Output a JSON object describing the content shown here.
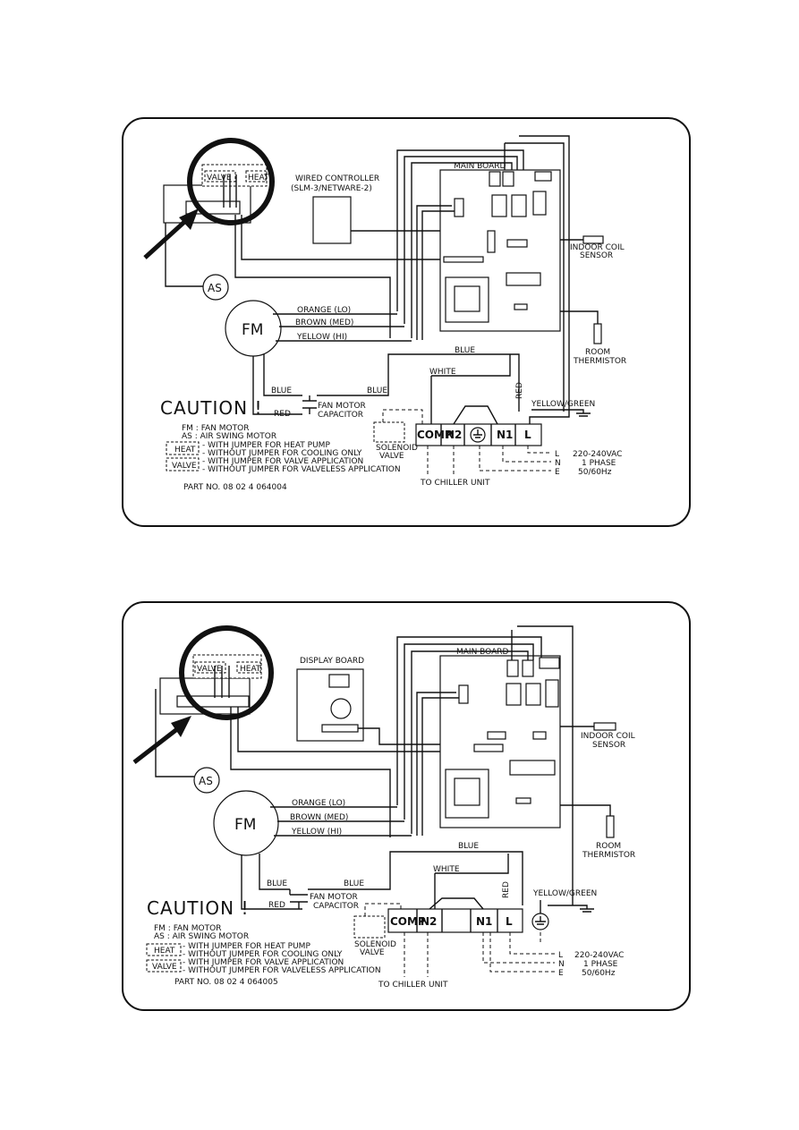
{
  "diagrams": [
    {
      "controller_label": "WIRED CONTROLLER",
      "controller_model": "(SLM-3/NETWARE-2)",
      "main_board": "MAIN BOARD",
      "indoor_coil": "INDOOR COIL",
      "sensor": "SENSOR",
      "room": "ROOM",
      "thermistor": "THERMISTOR",
      "as": "AS",
      "fm": "FM",
      "orange": "ORANGE (LO)",
      "brown": "BROWN (MED)",
      "yellow": "YELLOW (HI)",
      "blue1": "BLUE",
      "blue2": "BLUE",
      "blue3": "BLUE",
      "white": "WHITE",
      "red1": "RED",
      "red2": "RED",
      "yellow_green": "YELLOW/GREEN",
      "cap1": "FAN MOTOR",
      "cap2": "CAPACITOR",
      "caution": "CAUTION !",
      "legend_fm": "FM :  FAN MOTOR",
      "legend_as": "AS :  AIR SWING MOTOR",
      "heat": "HEAT",
      "valve": "VALVE",
      "heat_with": "- WITH JUMPER FOR HEAT PUMP",
      "heat_without": "- WITHOUT JUMPER FOR COOLING ONLY",
      "valve_with": "- WITH JUMPER FOR VALVE APPLICATION",
      "valve_without": "- WITHOUT JUMPER FOR VALVELESS APPLICATION",
      "part_no": "PART NO. 08 02 4 064004",
      "solenoid1": "SOLENOID",
      "solenoid2": "VALVE",
      "comp": "COMP",
      "n2": "N2",
      "n1": "N1",
      "l": "L",
      "to_chiller": "TO CHILLER UNIT",
      "sup_l": "L",
      "sup_n": "N",
      "sup_e": "E",
      "voltage": "220-240VAC",
      "phase": "1 PHASE",
      "freq": "50/60Hz"
    },
    {
      "display_board": "DISPLAY BOARD",
      "main_board": "MAIN BOARD",
      "indoor_coil": "INDOOR COIL",
      "sensor": "SENSOR",
      "room": "ROOM",
      "thermistor": "THERMISTOR",
      "as": "AS",
      "fm": "FM",
      "orange": "ORANGE (LO)",
      "brown": "BROWN (MED)",
      "yellow": "YELLOW (HI)",
      "blue1": "BLUE",
      "blue2": "BLUE",
      "blue3": "BLUE",
      "white": "WHITE",
      "red1": "RED",
      "red2": "RED",
      "yellow_green": "YELLOW/GREEN",
      "cap1": "FAN MOTOR",
      "cap2": "CAPACITOR",
      "caution": "CAUTION !",
      "legend_fm": "FM :  FAN MOTOR",
      "legend_as": "AS :  AIR SWING MOTOR",
      "heat": "HEAT",
      "valve": "VALVE",
      "heat_with": "- WITH JUMPER FOR HEAT PUMP",
      "heat_without": "- WITHOUT JUMPER FOR COOLING ONLY",
      "valve_with": "- WITH JUMPER FOR VALVE APPLICATION",
      "valve_without": "- WITHOUT JUMPER FOR VALVELESS APPLICATION",
      "part_no": "PART NO. 08 02 4 064005",
      "solenoid1": "SOLENOID",
      "solenoid2": "VALVE",
      "comp": "COMP",
      "n2": "N2",
      "n1": "N1",
      "l": "L",
      "to_chiller": "TO CHILLER UNIT",
      "sup_l": "L",
      "sup_n": "N",
      "sup_e": "E",
      "voltage": "220-240VAC",
      "phase": "1 PHASE",
      "freq": "50/60Hz"
    }
  ]
}
